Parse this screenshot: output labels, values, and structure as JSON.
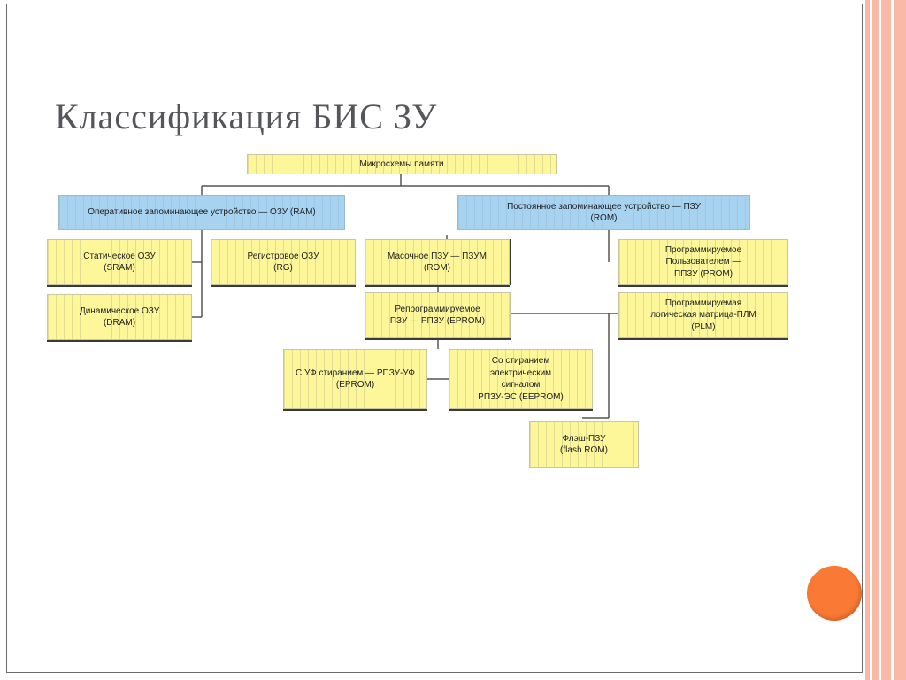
{
  "slide": {
    "title": "Классификация БИС ЗУ",
    "accent_color": "#fa7a35",
    "stripe_color": "#f9b9a6"
  },
  "diagram": {
    "root": "Микросхемы памяти",
    "ram": "Оперативное запоминающее устройство — ОЗУ (RAM)",
    "rom_line1": "Постоянное запоминающее устройство — ПЗУ",
    "rom_line2": "(ROM)",
    "sram_line1": "Статическое ОЗУ",
    "sram_line2": "(SRAM)",
    "dram_line1": "Динамическое ОЗУ",
    "dram_line2": "(DRAM)",
    "rg_line1": "Регистровое ОЗУ",
    "rg_line2": "(RG)",
    "mask_line1": "Масочное ПЗУ — ПЗУМ",
    "mask_line2": "(ROM)",
    "prom_line1": "Программируемое",
    "prom_line2": "Пользователем —",
    "prom_line3": "ППЗУ (PROM)",
    "eprom_line1": "Репрограммируемое",
    "eprom_line2": "ПЗУ — РПЗУ (EPROM)",
    "plm_line1": "Программируемая",
    "plm_line2": "логическая матрица-ПЛМ",
    "plm_line3": "(PLM)",
    "uv_line1": "С УФ стиранием — РПЗУ-УФ",
    "uv_line2": "(EPROM)",
    "eeprom_line1": "Со стиранием",
    "eeprom_line2": "электрическим",
    "eeprom_line3": "сигналом",
    "eeprom_line4": "РПЗУ-ЭС (EEPROM)",
    "flash_line1": "Флэш-ПЗУ",
    "flash_line2": "(flash ROM)"
  }
}
